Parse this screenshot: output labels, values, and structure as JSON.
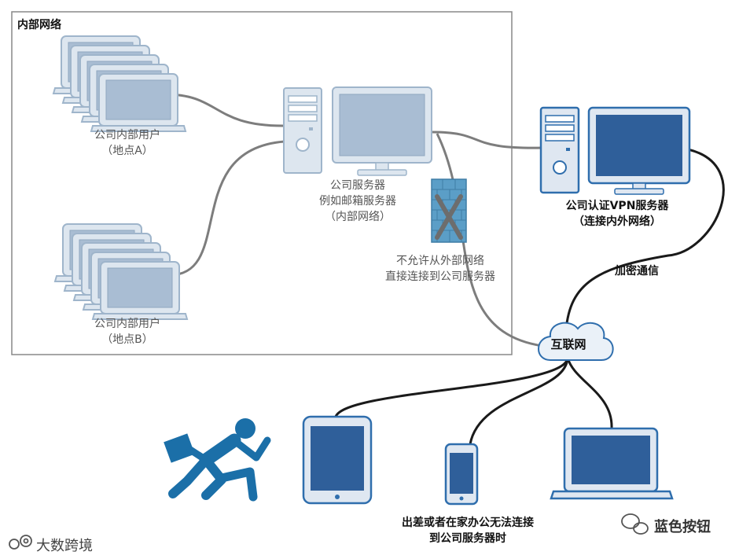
{
  "internal_network": {
    "title": "内部网络"
  },
  "users_a": {
    "line1": "公司内部用户",
    "line2": "（地点A）"
  },
  "users_b": {
    "line1": "公司内部用户",
    "line2": "（地点B）"
  },
  "company_server": {
    "line1": "公司服务器",
    "line2": "例如邮箱服务器",
    "line3": "（内部网络）"
  },
  "firewall_note": {
    "line1": "不允许从外部网络",
    "line2": "直接连接到公司服务器"
  },
  "vpn_server": {
    "line1": "公司认证VPN服务器",
    "line2": "（连接内外网络）"
  },
  "encrypted_link": {
    "label": "加密通信"
  },
  "internet": {
    "label": "互联网"
  },
  "remote_users": {
    "line1": "出差或者在家办公无法连接",
    "line2": "到公司服务器时"
  },
  "watermarks": {
    "left": "大数跨境",
    "right": "蓝色按钮"
  },
  "colors": {
    "device_light_fill": "#dde6ef",
    "device_light_stroke": "#9fb5cb",
    "screen_light": "#a9bdd3",
    "device_dark_stroke": "#2f6ead",
    "screen_dark": "#2f5f9a",
    "cable_gray": "#7d7d7d",
    "cable_black": "#1a1a1a",
    "runner": "#1b6fa8",
    "firewall": "#5b9ec7"
  },
  "icons": {
    "users_a": "laptop-stack-icon",
    "users_b": "laptop-stack-icon",
    "company_server": "server-tower-icon",
    "vpn_server": "server-tower-icon",
    "firewall": "firewall-blocked-icon",
    "internet": "cloud-icon",
    "remote": [
      "tablet-icon",
      "phone-icon",
      "laptop-icon"
    ],
    "runner": "running-man-icon"
  }
}
